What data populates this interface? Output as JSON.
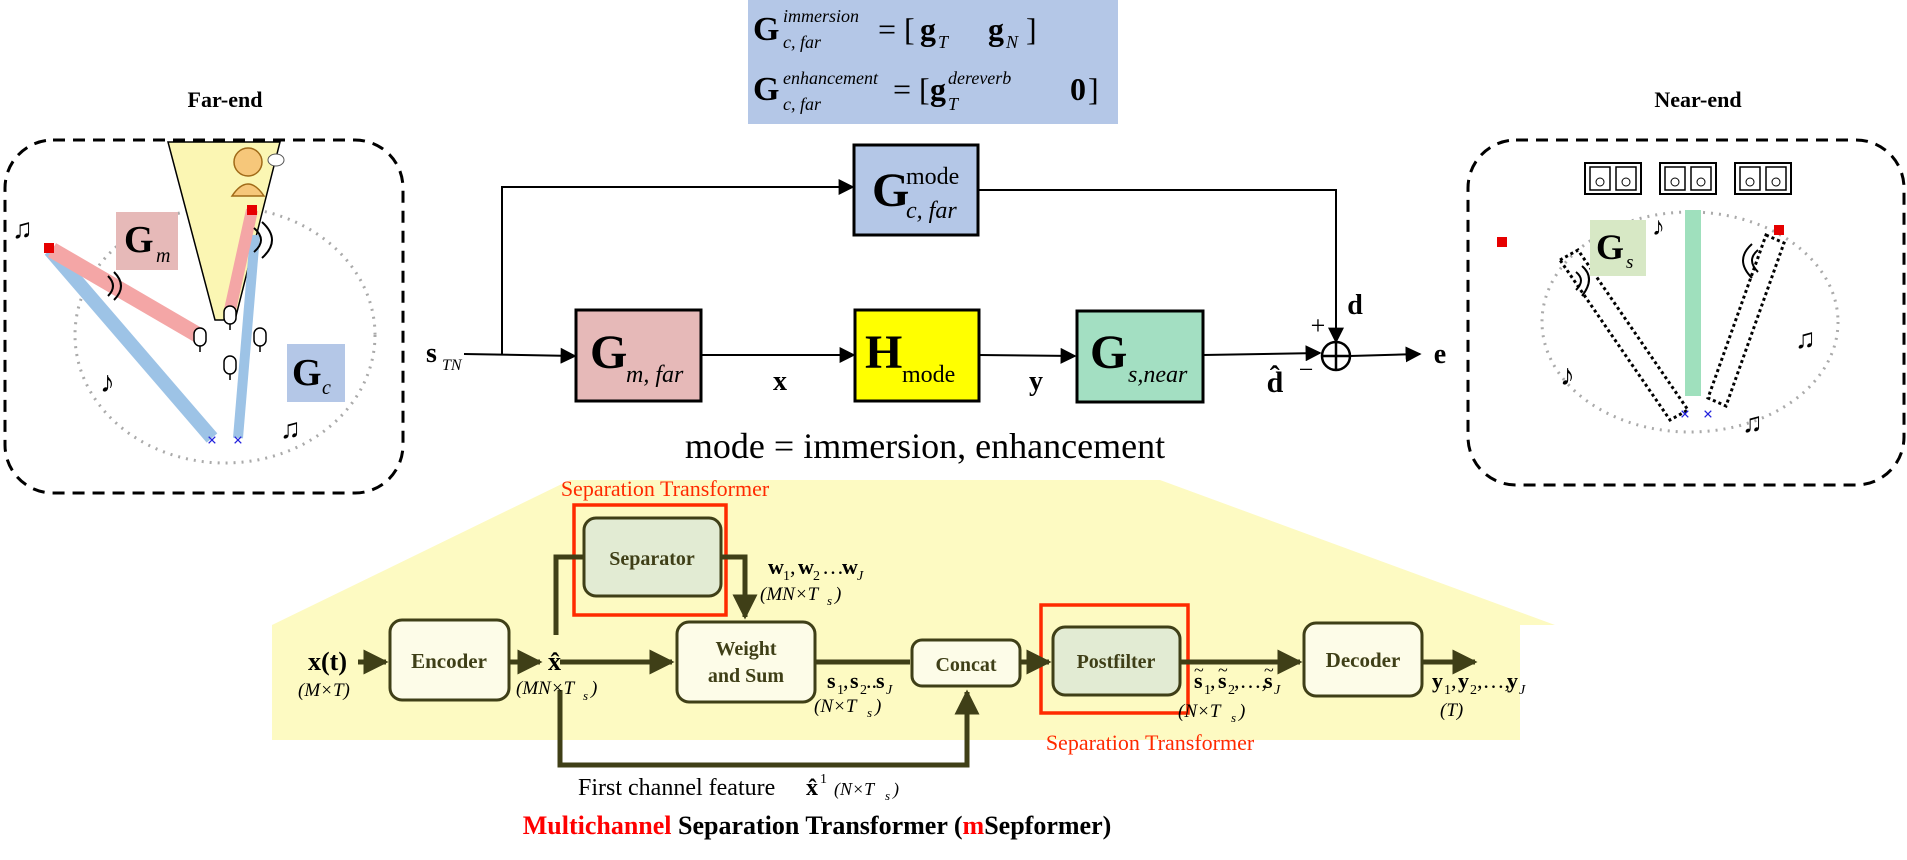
{
  "far_end": {
    "title": "Far-end",
    "g_m": {
      "main": "G",
      "sub": "m"
    },
    "g_c": {
      "main": "G",
      "sub": "c"
    }
  },
  "near_end": {
    "title": "Near-end",
    "g_s": {
      "main": "G",
      "sub": "s"
    }
  },
  "equations": {
    "eq1": {
      "lhs": "G",
      "sup": "immersion",
      "sub": "c, far",
      "rhs_open": "= [",
      "g1": "g",
      "g1_sub": "T",
      "g2": "g",
      "g2_sub": "N",
      "rhs_close": "]"
    },
    "eq2": {
      "lhs": "G",
      "sup": "enhancement",
      "sub": "c, far",
      "rhs_open": "= [",
      "g1": "g",
      "g1_sub": "T",
      "g1_sup": "dereverb",
      "zero": "0",
      "rhs_close": "]"
    }
  },
  "block_diagram": {
    "input": {
      "main": "s",
      "sub": "TN"
    },
    "gc_block": {
      "main": "G",
      "sup": "mode",
      "sub": "c, far"
    },
    "gm_block": {
      "main": "G",
      "sub": "m, far"
    },
    "h_block": {
      "main": "H",
      "sub": "mode"
    },
    "gs_block": {
      "main": "G",
      "sub": "s,near"
    },
    "x": "x",
    "y": "y",
    "d": "d",
    "dhat": "d̂",
    "plus": "+",
    "minus": "−",
    "e": "e",
    "mode_caption": "mode = immersion, enhancement"
  },
  "msepformer": {
    "sep_transformer_label_top": "Separation Transformer",
    "sep_transformer_label_bottom": "Separation Transformer",
    "encoder": "Encoder",
    "separator": "Separator",
    "weight_sum": [
      "Weight",
      "and Sum"
    ],
    "concat": "Concat",
    "postfilter": "Postfilter",
    "decoder": "Decoder",
    "x_t": "x(t)",
    "x_t_dim": "(M×T)",
    "xhat": "x̂",
    "xhat_dim": "(MN×T",
    "xhat_dim_sub": "s",
    "w_label": "w",
    "w_seq": [
      "1",
      "2",
      "J"
    ],
    "w_dim": "(MN×T",
    "s_label": "s",
    "s_seq": [
      "1",
      "2",
      "J"
    ],
    "s_dim": "(N×T",
    "stilde_seq": [
      "1",
      "2",
      "J"
    ],
    "stilde_dim": "(N×T",
    "y_seq": [
      "1",
      "2",
      "J"
    ],
    "y_dim": "(T)",
    "first_channel": "First channel feature",
    "first_channel_sym": "x̂",
    "first_channel_sup": "1",
    "first_channel_dim": "(N×T",
    "title_red1": "Multichannel",
    "title_black1": " Separation Transformer (",
    "title_red2": "m",
    "title_black2": "Sepformer)"
  },
  "colors": {
    "equation_bg": "#b4c7e7",
    "gc_block": "#b4c7e7",
    "gm_block": "#e6b9b8",
    "h_block": "#ffff00",
    "gs_block": "#a3dfc2",
    "yellow_panel": "#fdfac2",
    "sep_block": "#e2ebd3",
    "plain_block": "#fdfce8",
    "block_border": "#3f3f17",
    "highlight_red": "#ff2a00",
    "blue_beam": "#9dc3e6",
    "red_beam": "#f4a6a6",
    "green_bar": "#9fe0bd"
  }
}
